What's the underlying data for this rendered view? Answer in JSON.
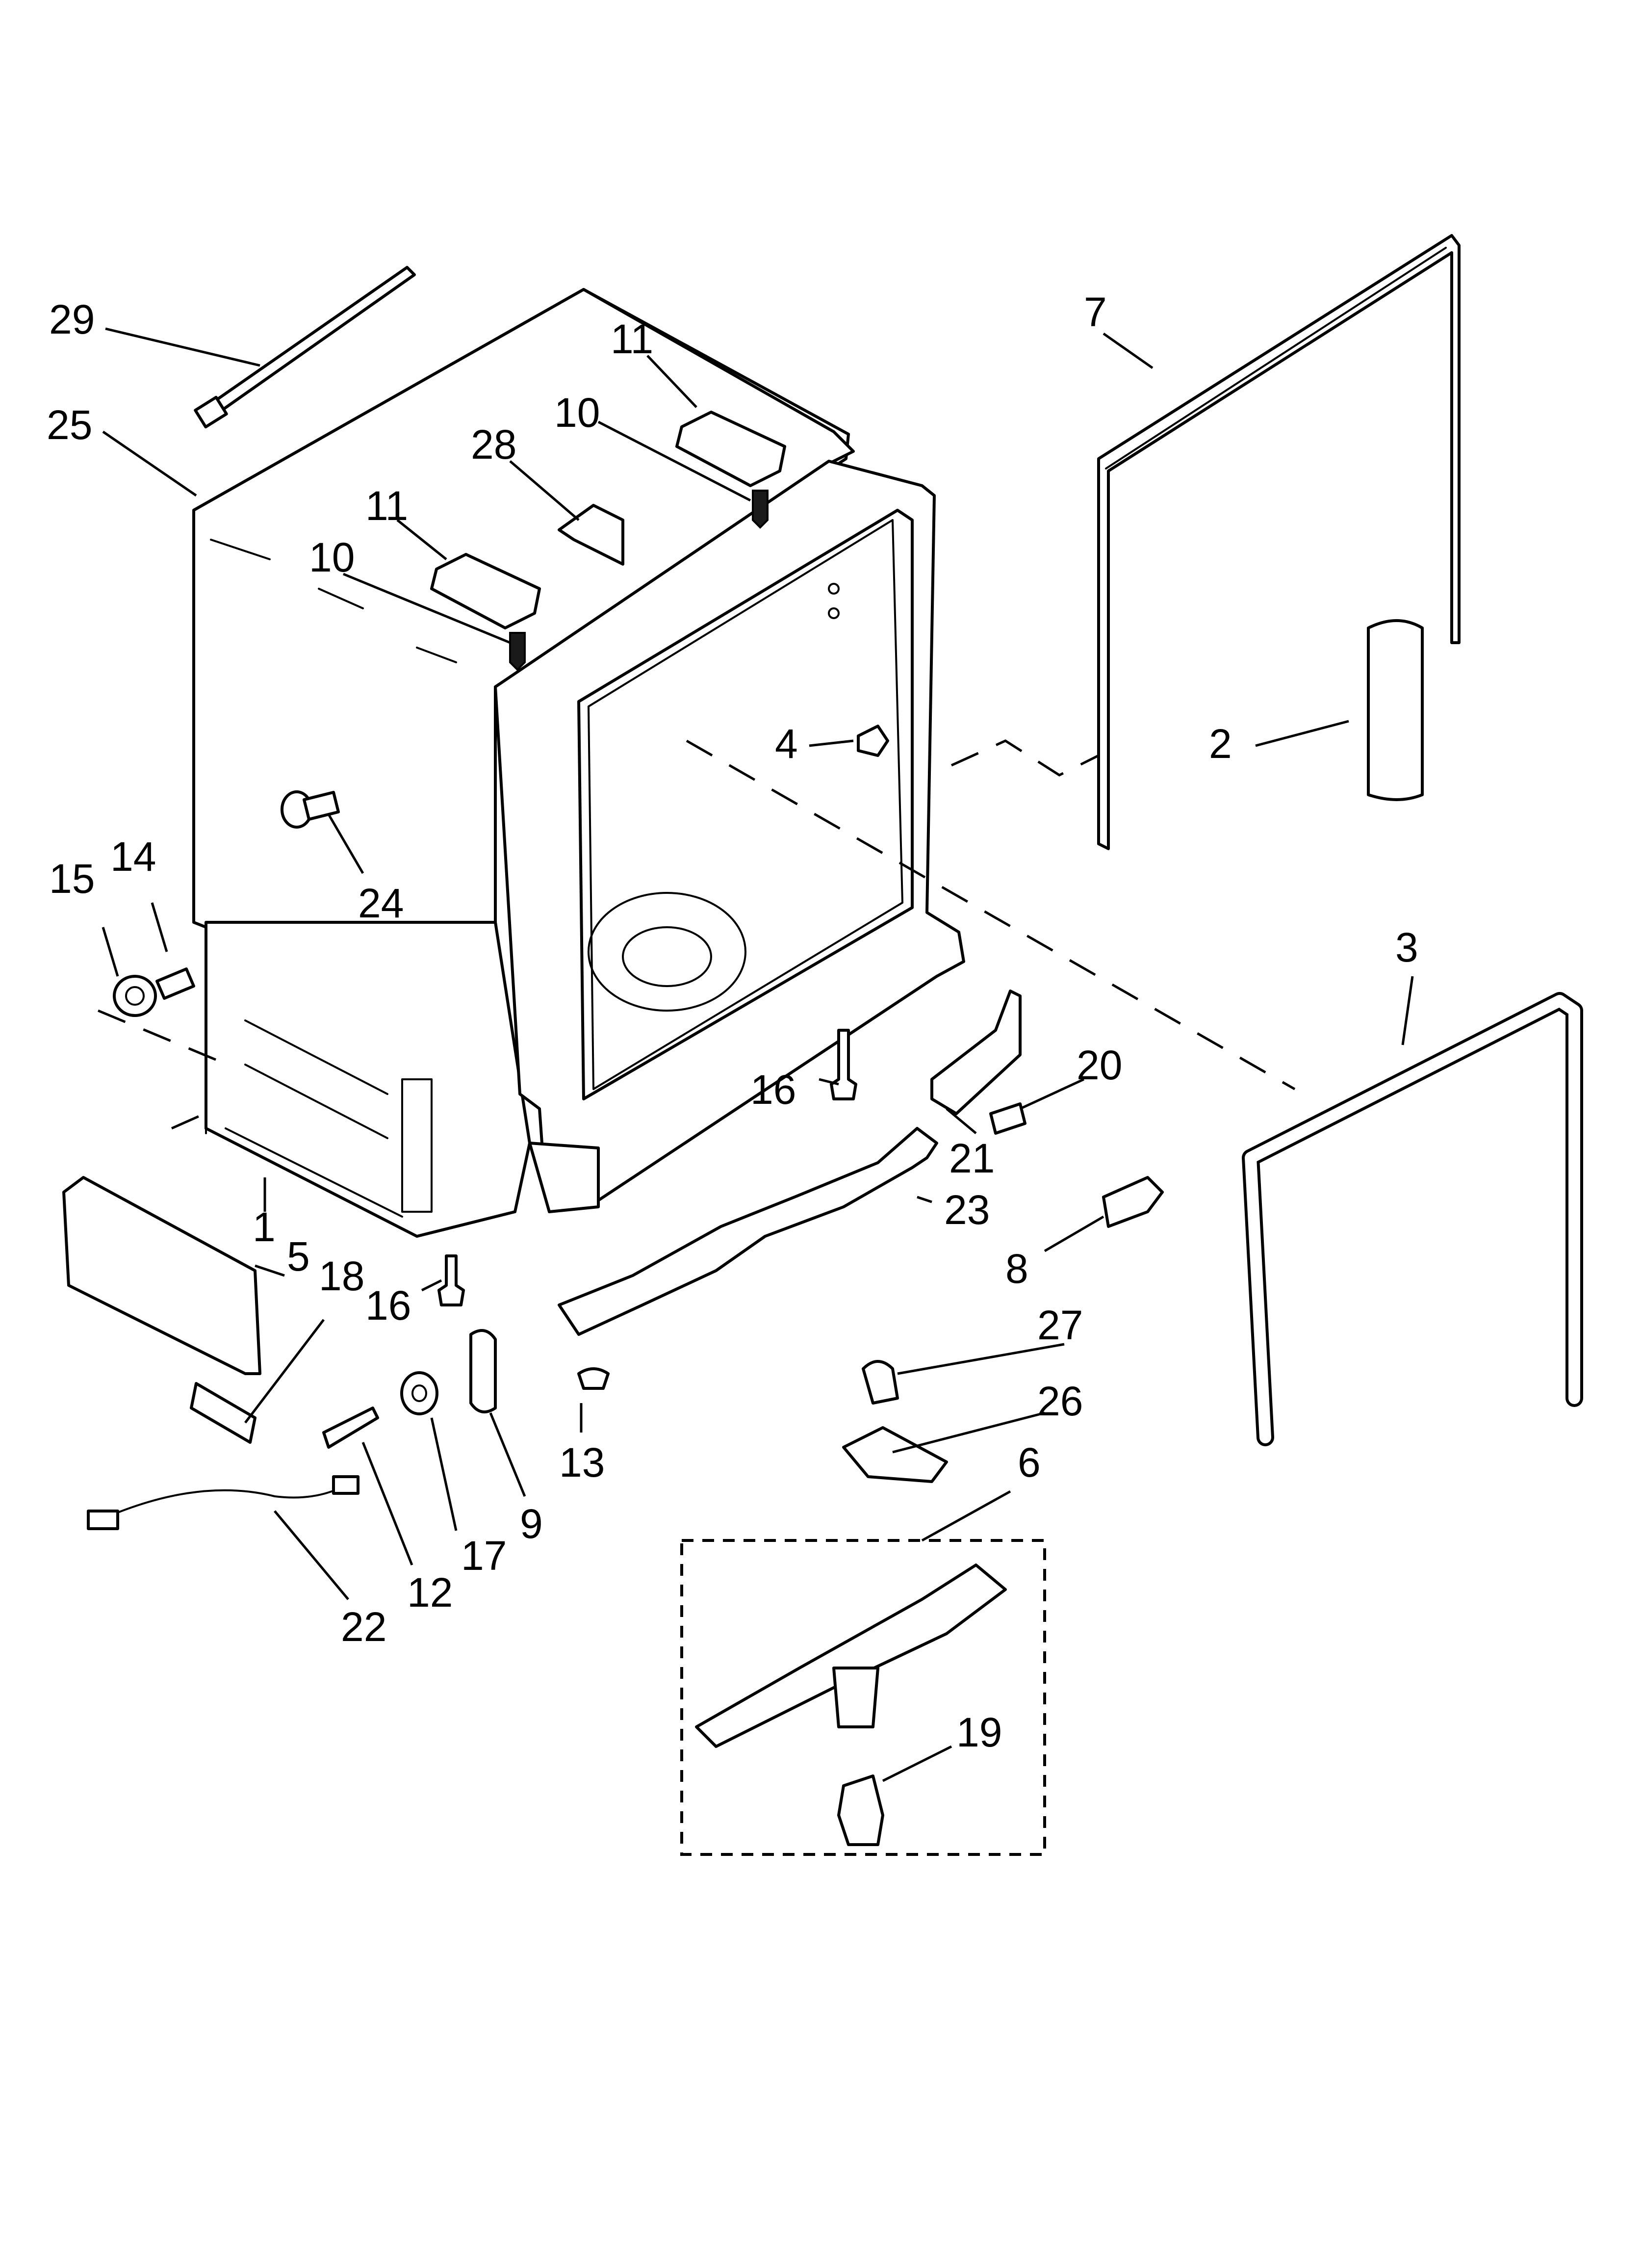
{
  "diagram": {
    "callouts": [
      {
        "id": "c29",
        "label": "29",
        "part": "tie-strap"
      },
      {
        "id": "c25",
        "label": "25",
        "part": "tub"
      },
      {
        "id": "c28",
        "label": "28",
        "part": "clip"
      },
      {
        "id": "c11a",
        "label": "11",
        "part": "bracket-right"
      },
      {
        "id": "c10a",
        "label": "10",
        "part": "screw-right"
      },
      {
        "id": "c11b",
        "label": "11",
        "part": "bracket-left"
      },
      {
        "id": "c10b",
        "label": "10",
        "part": "screw-left"
      },
      {
        "id": "c7",
        "label": "7",
        "part": "door-gasket"
      },
      {
        "id": "c2",
        "label": "2",
        "part": "strip"
      },
      {
        "id": "c4",
        "label": "4",
        "part": "plug"
      },
      {
        "id": "c24",
        "label": "24",
        "part": "push-button"
      },
      {
        "id": "c15",
        "label": "15",
        "part": "nut"
      },
      {
        "id": "c14",
        "label": "14",
        "part": "screw"
      },
      {
        "id": "c3",
        "label": "3",
        "part": "tub-gasket"
      },
      {
        "id": "c20",
        "label": "20",
        "part": "screw"
      },
      {
        "id": "c16a",
        "label": "16",
        "part": "leveling-leg"
      },
      {
        "id": "c21",
        "label": "21",
        "part": "bracket"
      },
      {
        "id": "c23",
        "label": "23",
        "part": "shield"
      },
      {
        "id": "c8",
        "label": "8",
        "part": "clip"
      },
      {
        "id": "c1",
        "label": "1",
        "part": "frame"
      },
      {
        "id": "c5",
        "label": "5",
        "part": "panel"
      },
      {
        "id": "c18",
        "label": "18",
        "part": "spring"
      },
      {
        "id": "c16b",
        "label": "16",
        "part": "leveling-leg"
      },
      {
        "id": "c27",
        "label": "27",
        "part": "thermostat"
      },
      {
        "id": "c26",
        "label": "26",
        "part": "bracket"
      },
      {
        "id": "c6",
        "label": "6",
        "part": "spray-arm-assembly"
      },
      {
        "id": "c13",
        "label": "13",
        "part": "push-pin"
      },
      {
        "id": "c9",
        "label": "9",
        "part": "link"
      },
      {
        "id": "c17",
        "label": "17",
        "part": "spacer"
      },
      {
        "id": "c12",
        "label": "12",
        "part": "screw"
      },
      {
        "id": "c22",
        "label": "22",
        "part": "cable"
      },
      {
        "id": "c19",
        "label": "19",
        "part": "float-switch"
      }
    ]
  }
}
